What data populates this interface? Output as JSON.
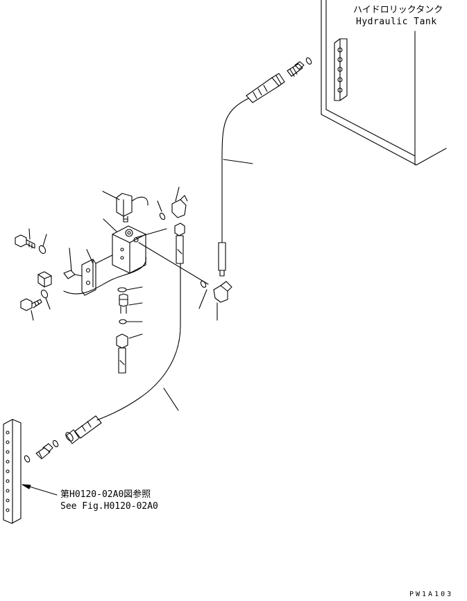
{
  "labels": {
    "tank_jp": "ハイドロリックタンク",
    "tank_en": "Hydraulic Tank",
    "ref_jp": "第H0120-02A0図参照",
    "ref_en": "See Fig.H0120-02A0",
    "drawing_id": "PW1A103"
  },
  "colors": {
    "line": "#000000",
    "background": "#ffffff"
  }
}
